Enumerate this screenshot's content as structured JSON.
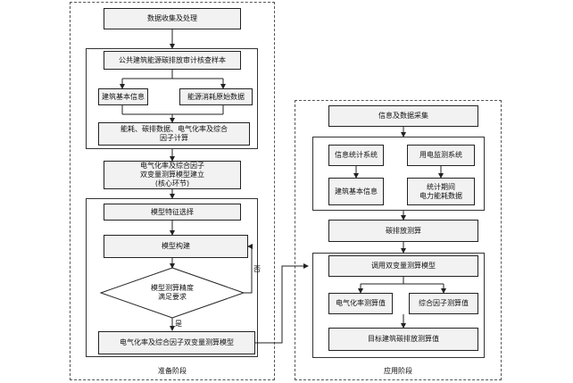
{
  "prep": {
    "stage_label": "准备阶段",
    "collect": "数据收集及处理",
    "sample": "公共建筑能源碳排放审计核查样本",
    "building_info": "建筑基本信息",
    "energy_raw": "能源消耗原始数据",
    "calc": "能耗、碳排数据、电气化率及综合因子计算",
    "model_build": "电气化率及综合因子\n双变量测算模型建立\n(核心环节)",
    "feature_select": "模型特征选择",
    "model_construct": "模型构建",
    "decision": "模型测算精度\n满足要求",
    "no_label": "否",
    "yes_label": "是",
    "final_model": "电气化率及综合因子双变量测算模型"
  },
  "app": {
    "stage_label": "应用阶段",
    "info_collect": "信息及数据采集",
    "info_system": "信息统计系统",
    "power_system": "用电监测系统",
    "building_info": "建筑基本信息",
    "period_power": "统计期间\n电力能耗数据",
    "carbon_calc": "碳排放测算",
    "call_model": "调用双变量测算模型",
    "elec_value": "电气化率测算值",
    "factor_value": "综合因子测算值",
    "target_value": "目标建筑碳排放测算值"
  }
}
